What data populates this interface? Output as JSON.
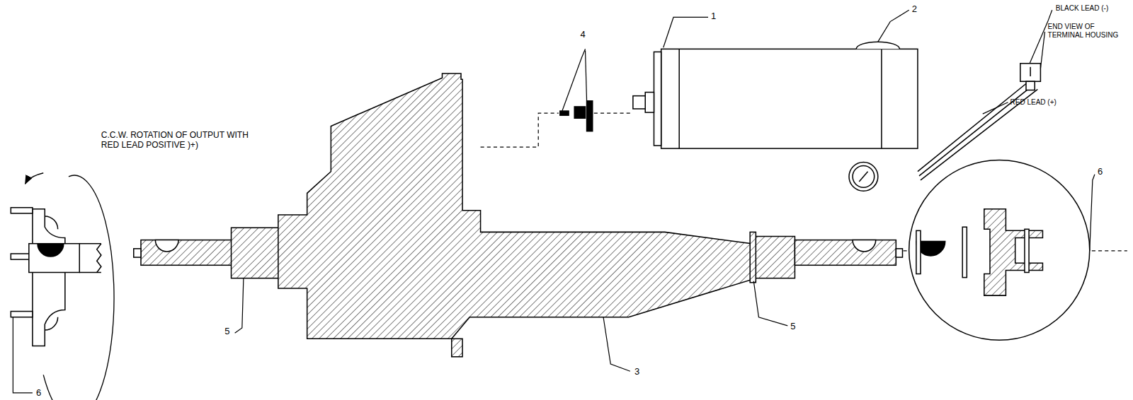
{
  "diagram": {
    "labels": [
      "1",
      "2",
      "4",
      "BLACK LEAD (-)",
      "END VIEW OF TERMINAL HOUSING",
      "RED LEAD (+)",
      "C.C.W. ROTATION OF OUTPUT WITH RED LEAD POSITIVE )+)",
      "5",
      "5",
      "3",
      "6",
      "6"
    ]
  }
}
